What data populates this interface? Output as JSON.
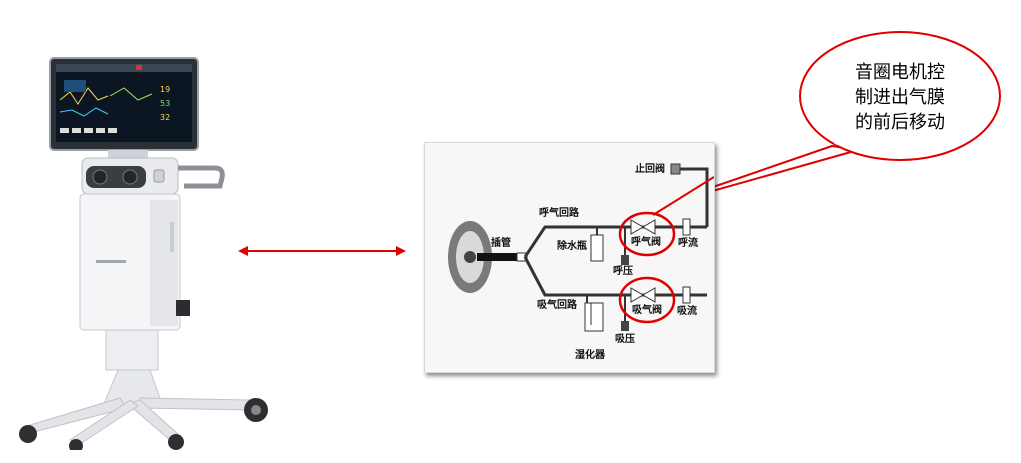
{
  "callout": {
    "line1": "音圈电机控",
    "line2": "制进出气膜",
    "line3": "的前后移动",
    "border_color": "#e00000"
  },
  "arrow": {
    "color": "#e00000"
  },
  "diagram": {
    "labels": {
      "stop_valve": "止回阀",
      "exhale_circuit": "呼气回路",
      "intubation": "插管",
      "water_trap": "除水瓶",
      "exhale_valve": "呼气阀",
      "exhale_flow": "呼流",
      "exhale_pressure": "呼压",
      "inhale_circuit": "吸气回路",
      "inhale_valve": "吸气阀",
      "inhale_flow": "吸流",
      "inhale_pressure": "吸压",
      "humidifier": "湿化器"
    },
    "highlight_color": "#e00000"
  },
  "ventilator": {
    "screen_readouts": [
      "19",
      "53",
      "32"
    ]
  }
}
